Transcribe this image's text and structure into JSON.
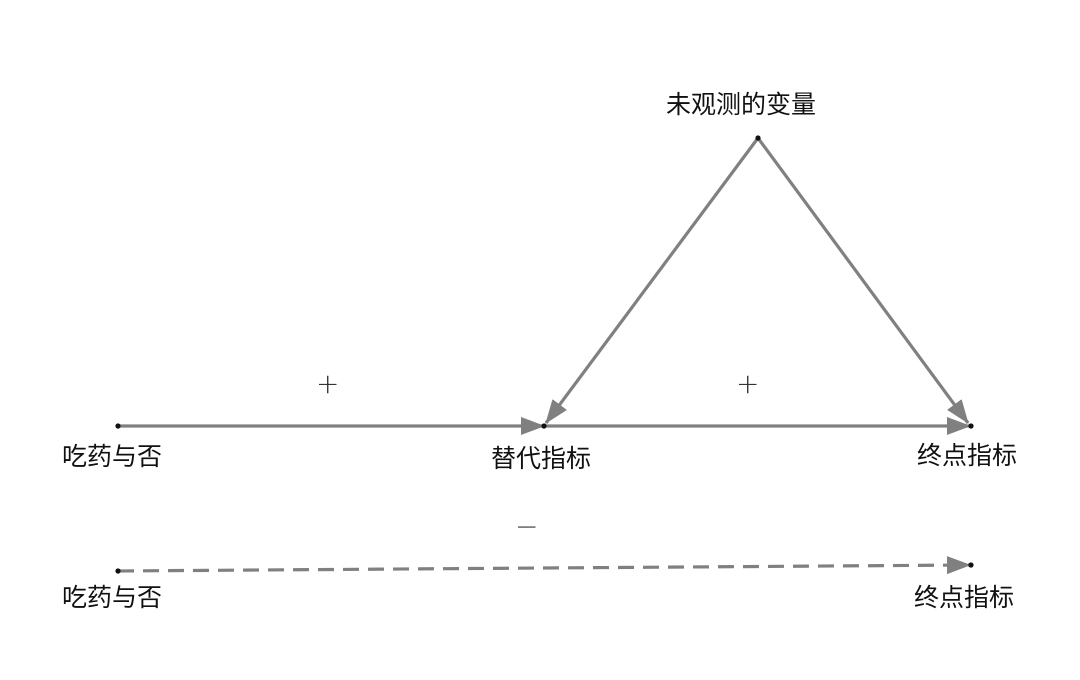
{
  "diagram": {
    "colors": {
      "edge": "#808080",
      "text": "#111111",
      "node": "#111111"
    },
    "nodes": {
      "drug_top": "吃药与否",
      "surrogate": "替代指标",
      "endpoint_top": "终点指标",
      "unobserved": "未观测的变量",
      "drug_bottom": "吃药与否",
      "endpoint_bottom": "终点指标"
    },
    "signs": {
      "drug_to_surrogate": "+",
      "surrogate_to_endpoint": "+",
      "drug_to_endpoint": "−"
    }
  }
}
